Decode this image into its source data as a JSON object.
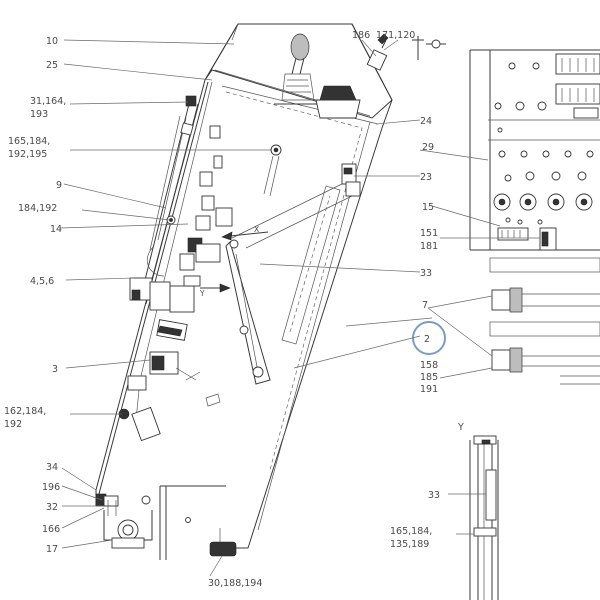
{
  "callouts": {
    "c10": "10",
    "c25": "25",
    "c31": [
      "31,164,",
      "193"
    ],
    "c165a": [
      "165,184,",
      "192,195"
    ],
    "c9": "9",
    "c184": "184,192",
    "c14": "14",
    "c456": "4,5,6",
    "c3": "3",
    "c162": [
      "162,184,",
      "192"
    ],
    "c34": "34",
    "c196": "196",
    "c32": "32",
    "c166": "166",
    "c17": "17",
    "c30": "30,188,194",
    "c186": "186",
    "c171": "171,120",
    "c24": "24",
    "c23": "23",
    "c33a": "33",
    "c29": "29",
    "c15": "15",
    "c151": [
      "151",
      "181"
    ],
    "c7": "7",
    "c2": "2",
    "c158": [
      "158",
      "185",
      "191"
    ],
    "cY2": "Y",
    "c33b": "33",
    "c165b": [
      "165,184,",
      "135,189"
    ]
  },
  "axis_marks": {
    "x": "X",
    "y": "Y"
  },
  "highlight_color": "#7a9cc6"
}
